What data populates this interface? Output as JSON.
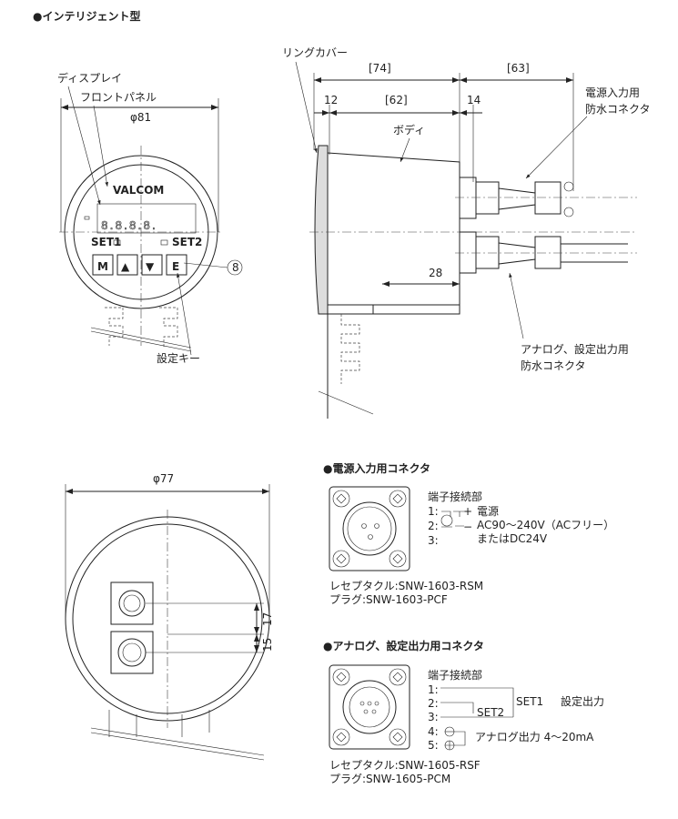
{
  "title": "●インテリジェント型",
  "front_view": {
    "display_label": "ディスプレイ",
    "front_panel_label": "フロントパネル",
    "diameter": "φ81",
    "brand": "VALCOM",
    "display_digits": "8.8.8.8.",
    "set1": "SET1",
    "set2": "SET2",
    "buttons": [
      "M",
      "▲",
      "▼",
      "E"
    ],
    "set_key_label": "設定キー",
    "callout": "8"
  },
  "side_view": {
    "ring_cover": "リングカバー",
    "body": "ボディ",
    "dims": {
      "total": "[74]",
      "connector": "[63]",
      "ring": "12",
      "body": "[62]",
      "gap": "14",
      "base": "28"
    },
    "power_connector": [
      "電源入力用",
      "防水コネクタ"
    ],
    "analog_connector": [
      "アナログ、設定出力用",
      "防水コネクタ"
    ]
  },
  "bottom_view": {
    "diameter": "φ77",
    "dim1": "17",
    "dim2": "15"
  },
  "power_connector": {
    "heading": "●電源入力用コネクタ",
    "terminal_title": "端子接続部",
    "pins": [
      "1:",
      "2:",
      "3:"
    ],
    "plus": "+",
    "minus": "−",
    "desc": [
      "電源",
      "AC90〜240V（ACフリー）",
      "またはDC24V"
    ],
    "receptacle": "レセプタクル:SNW-1603-RSM",
    "plug": "プラグ:SNW-1603-PCF"
  },
  "analog_connector": {
    "heading": "●アナログ、設定出力用コネクタ",
    "terminal_title": "端子接続部",
    "pins": [
      "1:",
      "2:",
      "3:",
      "4:",
      "5:"
    ],
    "set1": "SET1",
    "set2": "SET2",
    "set_output": "設定出力",
    "analog_output": "アナログ出力 4〜20mA",
    "receptacle": "レセプタクル:SNW-1605-RSF",
    "plug": "プラグ:SNW-1605-PCM"
  }
}
